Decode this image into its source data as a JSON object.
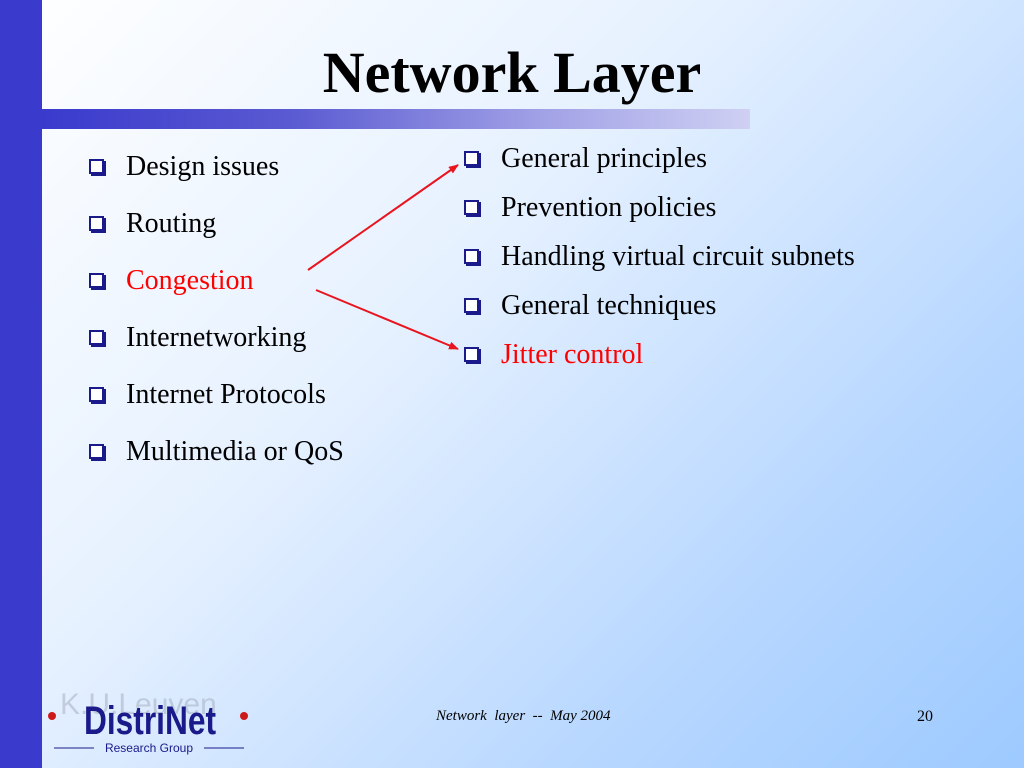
{
  "slide": {
    "title": "Network Layer",
    "left_items": [
      {
        "label": "Design issues",
        "highlight": false
      },
      {
        "label": "Routing",
        "highlight": false
      },
      {
        "label": "Congestion",
        "highlight": true
      },
      {
        "label": "Internetworking",
        "highlight": false
      },
      {
        "label": "Internet Protocols",
        "highlight": false
      },
      {
        "label": "Multimedia or QoS",
        "highlight": false
      }
    ],
    "right_items": [
      {
        "label": "General principles",
        "highlight": false
      },
      {
        "label": "Prevention policies",
        "highlight": false
      },
      {
        "label": "Handling virtual circuit subnets",
        "highlight": false
      },
      {
        "label": "General techniques",
        "highlight": false
      },
      {
        "label": "Jitter control",
        "highlight": true
      }
    ],
    "footer": "Network  layer  --  May 2004",
    "page_number": "20"
  },
  "logo": {
    "watermark": "K.U.Leuven",
    "name": "DistriNet",
    "tagline": "Research Group"
  },
  "colors": {
    "accent_bar": "#3a3acd",
    "highlight_text": "#ff0000",
    "arrow": "#e8141e",
    "bullet": "#1a1a8a",
    "logo_text": "#1a1a8a",
    "logo_dot": "#cc1a1a"
  },
  "icons": {
    "bullet": "hollow-square-bullet-icon",
    "arrow": "arrow-right-icon"
  }
}
